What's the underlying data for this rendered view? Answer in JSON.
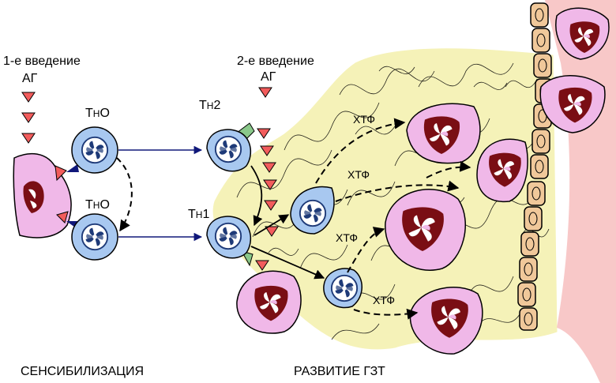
{
  "labels": {
    "first_intro": "1-е введение",
    "first_ag": "АГ",
    "second_intro": "2-е введение",
    "second_ag": "АГ",
    "th0_a_main": "Т",
    "th0_a_sub": "Н",
    "th0_a_suffix": "О",
    "th0_b_main": "Т",
    "th0_b_sub": "Н",
    "th0_b_suffix": "О",
    "th2_main": "Т",
    "th2_sub": "Н",
    "th2_suffix": "2",
    "th1_main": "Т",
    "th1_sub": "Н",
    "th1_suffix": "1",
    "xtf_1": "ХТФ",
    "xtf_2": "ХТФ",
    "xtf_3": "ХТФ",
    "xtf_4": "ХТФ",
    "sensitization": "СЕНСИБИЛИЗАЦИЯ",
    "dth_development": "РАЗВИТИЕ ГЗТ"
  },
  "colors": {
    "tissue": "#f5f2b8",
    "lymphocyte": "#a8c8f0",
    "lymph_nucleus": "#1e3a78",
    "macrophage": "#f0b8e8",
    "macro_nucleus": "#7a0e14",
    "antigen": "#f25c5c",
    "vessel": "#f8c8c8",
    "endothelium": "#f0c89a",
    "arrow": "#10187a"
  }
}
